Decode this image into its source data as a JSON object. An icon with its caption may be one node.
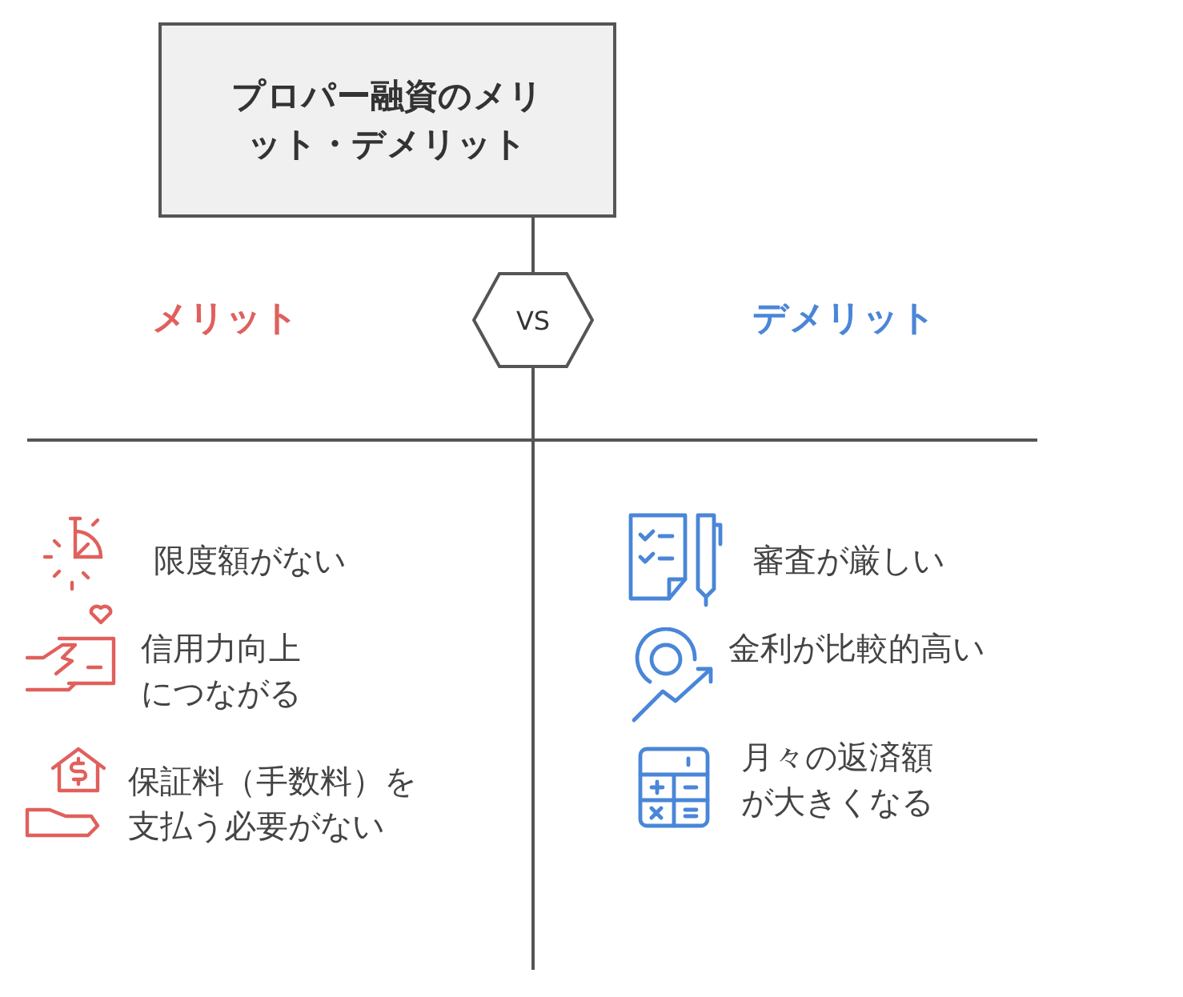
{
  "diagram": {
    "nodes": [
      {
        "text": [
          "プロパー融資のメリット・デメリット"
        ]
      },
      {
        "text": [
          "VS"
        ]
      }
    ],
    "edges": [
      {
        "from": 0,
        "to": 1,
        "arrow": "none"
      }
    ],
    "labels": [
      "メリット",
      "デメリット",
      "限度額がない",
      "信用力向上につながる",
      "保証料（手数料）を支払う必要がない",
      "審査が厳しい",
      "金利が比較的高い",
      "月々の返済額が大きくなる"
    ]
  }
}
